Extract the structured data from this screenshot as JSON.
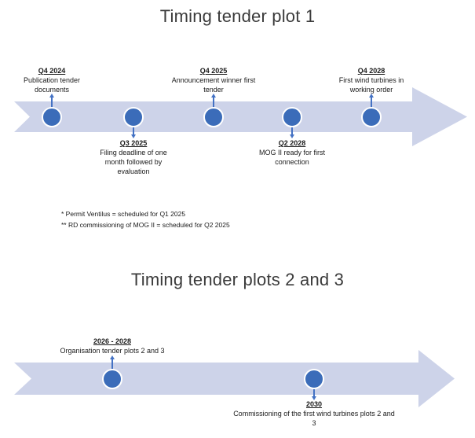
{
  "colors": {
    "band": "#CDD3E9",
    "dot": "#3B6CB9",
    "stem": "#4472C4",
    "title_text": "#3B3B3B",
    "label_text": "#1A1A1A"
  },
  "section1": {
    "title": "Timing tender plot 1",
    "milestones": [
      {
        "date": "Q4 2024",
        "desc": "Publication tender documents",
        "position": "above"
      },
      {
        "date": "Q3 2025",
        "desc": "Filing deadline of one month followed by evaluation",
        "position": "below"
      },
      {
        "date": "Q4 2025",
        "desc": "Announcement winner first tender",
        "position": "above"
      },
      {
        "date": "Q2 2028",
        "desc": "MOG II ready for first connection",
        "position": "below"
      },
      {
        "date": "Q4 2028",
        "desc": "First wind turbines in working order",
        "position": "above"
      }
    ],
    "footnotes": [
      "* Permit Ventilus = scheduled for Q1 2025",
      "** RD commissioning of MOG II = scheduled for Q2 2025"
    ]
  },
  "section2": {
    "title": "Timing tender plots 2 and 3",
    "milestones": [
      {
        "date": "2026 - 2028",
        "desc": "Organisation tender plots 2 and 3",
        "position": "above"
      },
      {
        "date": "2030",
        "desc": "Commissioning of the first wind turbines plots 2 and 3",
        "position": "below"
      }
    ]
  }
}
